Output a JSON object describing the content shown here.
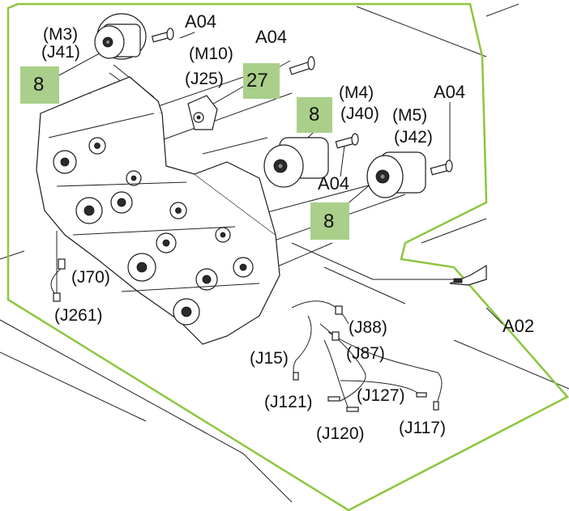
{
  "colors": {
    "boundary": "#8cc63f",
    "callout_fill": "#a9cf8a",
    "line": "#222222"
  },
  "callouts": [
    {
      "id": "c1",
      "text": "8"
    },
    {
      "id": "c2",
      "text": "27"
    },
    {
      "id": "c3",
      "text": "8"
    },
    {
      "id": "c4",
      "text": "8"
    }
  ],
  "labels": {
    "m3": "(M3)",
    "j41": "(J41)",
    "a04_1": "A04",
    "a04_2": "A04",
    "m10": "(M10)",
    "j25": "(J25)",
    "m4": "(M4)",
    "j40": "(J40)",
    "m5": "(M5)",
    "j42": "(J42)",
    "a04_3": "A04",
    "a04_4": "A04",
    "j70": "(J70)",
    "j261": "(J261)",
    "j88": "(J88)",
    "j87": "(J87)",
    "j15": "(J15)",
    "j121": "(J121)",
    "j127": "(J127)",
    "j120": "(J120)",
    "j117": "(J117)",
    "a02": "A02"
  }
}
